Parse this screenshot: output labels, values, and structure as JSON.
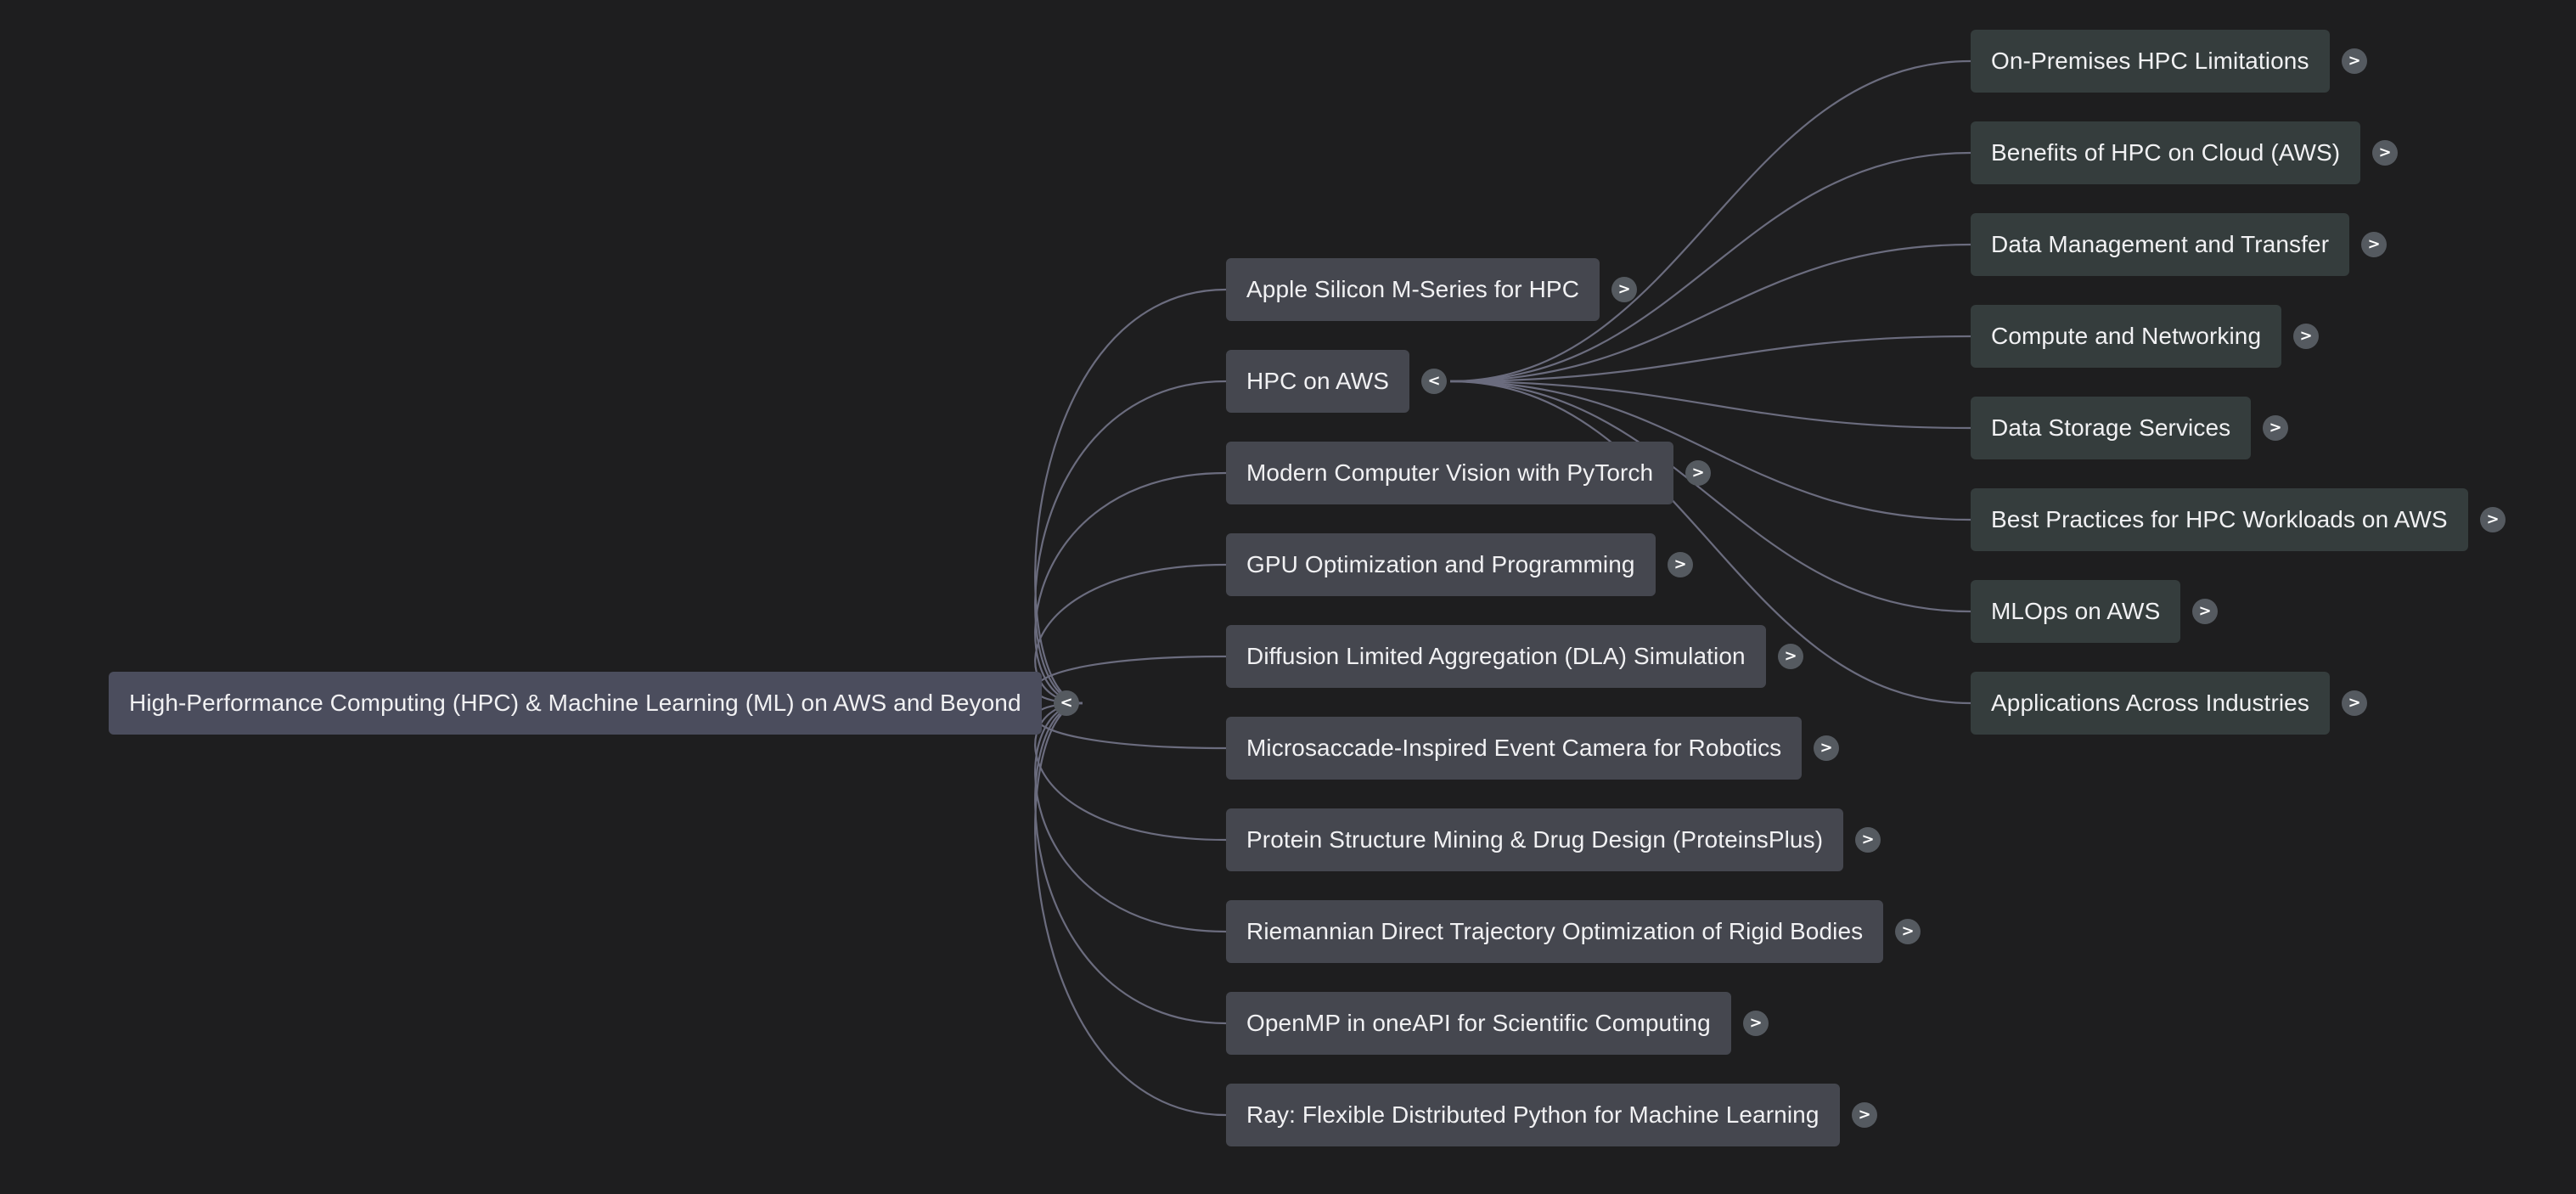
{
  "edge_color": "#6b6c7e",
  "colors": {
    "background": "#1e1e1f",
    "root": "#4b4d5d",
    "level1": "#45474f",
    "level2": "#353d3d",
    "toggle": "#555a60"
  },
  "mindmap": {
    "root": {
      "label": "High-Performance Computing (HPC) & Machine Learning (ML) on AWS and Beyond",
      "expanded": true,
      "toggle": "<"
    },
    "branches": [
      {
        "label": "Apple Silicon M-Series for HPC",
        "expanded": false,
        "toggle": ">"
      },
      {
        "label": "HPC on AWS",
        "expanded": true,
        "toggle": "<",
        "children": [
          {
            "label": "On-Premises HPC Limitations",
            "toggle": ">"
          },
          {
            "label": "Benefits of HPC on Cloud (AWS)",
            "toggle": ">"
          },
          {
            "label": "Data Management and Transfer",
            "toggle": ">"
          },
          {
            "label": "Compute and Networking",
            "toggle": ">"
          },
          {
            "label": "Data Storage Services",
            "toggle": ">"
          },
          {
            "label": "Best Practices for HPC Workloads on AWS",
            "toggle": ">"
          },
          {
            "label": "MLOps on AWS",
            "toggle": ">"
          },
          {
            "label": "Applications Across Industries",
            "toggle": ">"
          }
        ]
      },
      {
        "label": "Modern Computer Vision with PyTorch",
        "expanded": false,
        "toggle": ">"
      },
      {
        "label": "GPU Optimization and Programming",
        "expanded": false,
        "toggle": ">"
      },
      {
        "label": "Diffusion Limited Aggregation (DLA) Simulation",
        "expanded": false,
        "toggle": ">"
      },
      {
        "label": "Microsaccade-Inspired Event Camera for Robotics",
        "expanded": false,
        "toggle": ">"
      },
      {
        "label": "Protein Structure Mining & Drug Design (ProteinsPlus)",
        "expanded": false,
        "toggle": ">"
      },
      {
        "label": "Riemannian Direct Trajectory Optimization of Rigid Bodies",
        "expanded": false,
        "toggle": ">"
      },
      {
        "label": "OpenMP in oneAPI for Scientific Computing",
        "expanded": false,
        "toggle": ">"
      },
      {
        "label": "Ray: Flexible Distributed Python for Machine Learning",
        "expanded": false,
        "toggle": ">"
      }
    ]
  }
}
